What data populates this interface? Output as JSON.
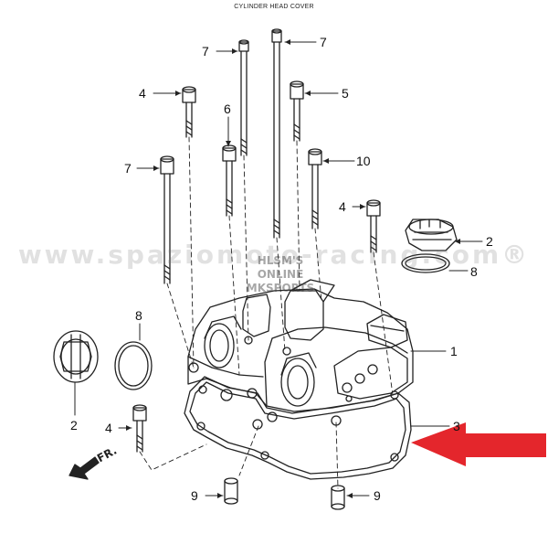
{
  "title": "CYLINDER HEAD COVER",
  "watermark": "www.spaziomoto-racing.com®",
  "stamp_lines": [
    "HLSM'S",
    "ONLINE",
    "MKSPORTS"
  ],
  "direction_label": "FR.",
  "callouts": [
    {
      "id": "7a",
      "label": "7"
    },
    {
      "id": "7b",
      "label": "7"
    },
    {
      "id": "4a",
      "label": "4"
    },
    {
      "id": "5",
      "label": "5"
    },
    {
      "id": "6",
      "label": "6"
    },
    {
      "id": "7c",
      "label": "7"
    },
    {
      "id": "10",
      "label": "10"
    },
    {
      "id": "4b",
      "label": "4"
    },
    {
      "id": "2a",
      "label": "2"
    },
    {
      "id": "8a",
      "label": "8"
    },
    {
      "id": "1",
      "label": "1"
    },
    {
      "id": "8b",
      "label": "8"
    },
    {
      "id": "2b",
      "label": "2"
    },
    {
      "id": "4c",
      "label": "4"
    },
    {
      "id": "3",
      "label": "3"
    },
    {
      "id": "9a",
      "label": "9"
    },
    {
      "id": "9b",
      "label": "9"
    }
  ],
  "colors": {
    "line": "#222222",
    "arrow": "#e4262c",
    "watermark": "#787878"
  }
}
